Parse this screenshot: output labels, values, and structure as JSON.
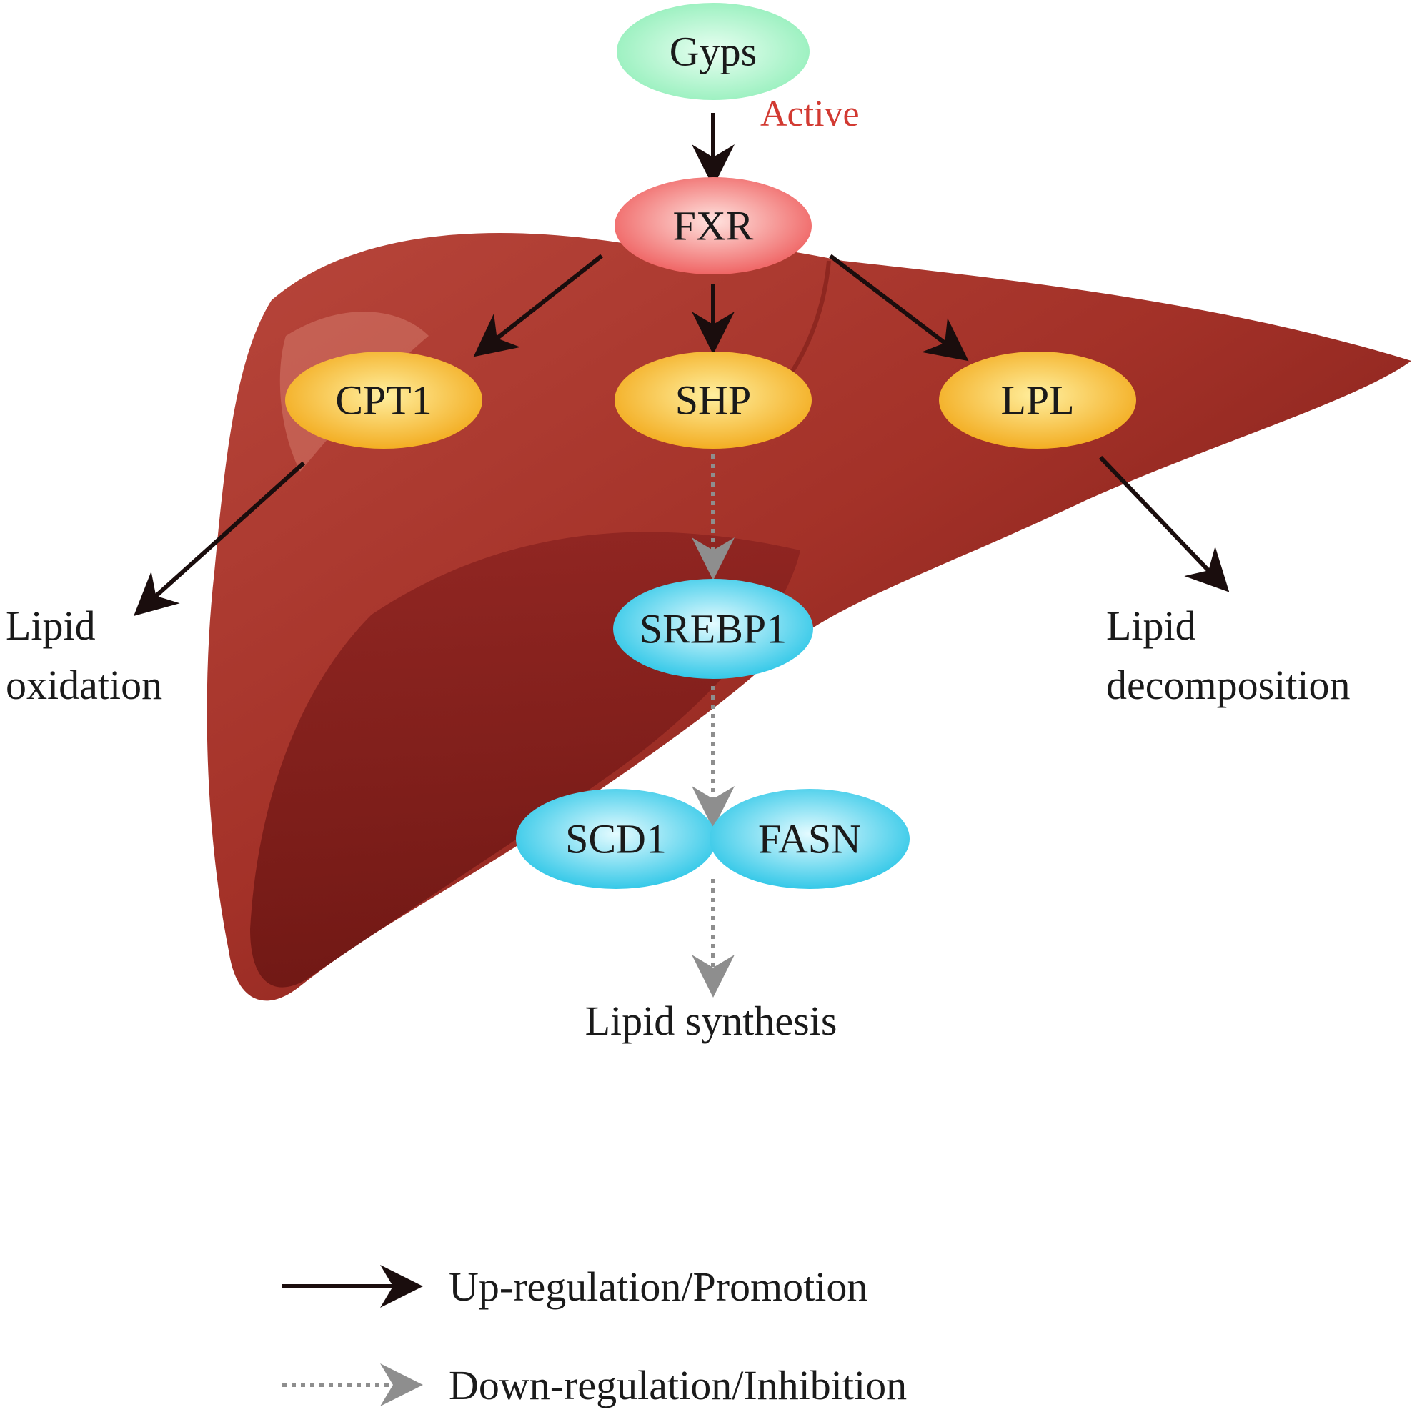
{
  "nodes": {
    "gyps": "Gyps",
    "fxr": "FXR",
    "cpt1": "CPT1",
    "shp": "SHP",
    "lpl": "LPL",
    "srebp1": "SREBP1",
    "scd1": "SCD1",
    "fasn": "FASN"
  },
  "labels": {
    "active": "Active",
    "lipid_oxidation_line1": "Lipid",
    "lipid_oxidation_line2": "oxidation",
    "lipid_decomposition_line1": "Lipid",
    "lipid_decomposition_line2": "decomposition",
    "lipid_synthesis": "Lipid synthesis"
  },
  "legend": {
    "up": "Up-regulation/Promotion",
    "down": "Down-regulation/Inhibition"
  },
  "colors": {
    "liver": "#a8302a",
    "active_text": "#d23a32",
    "gyps_fill": "#9ef0c0",
    "fxr_fill": "#f06a6a",
    "orange_fill": "#f6b324",
    "blue_fill": "#39cdea",
    "arrow_solid": "#1a0d0d",
    "arrow_dotted": "#8e8e8e"
  }
}
